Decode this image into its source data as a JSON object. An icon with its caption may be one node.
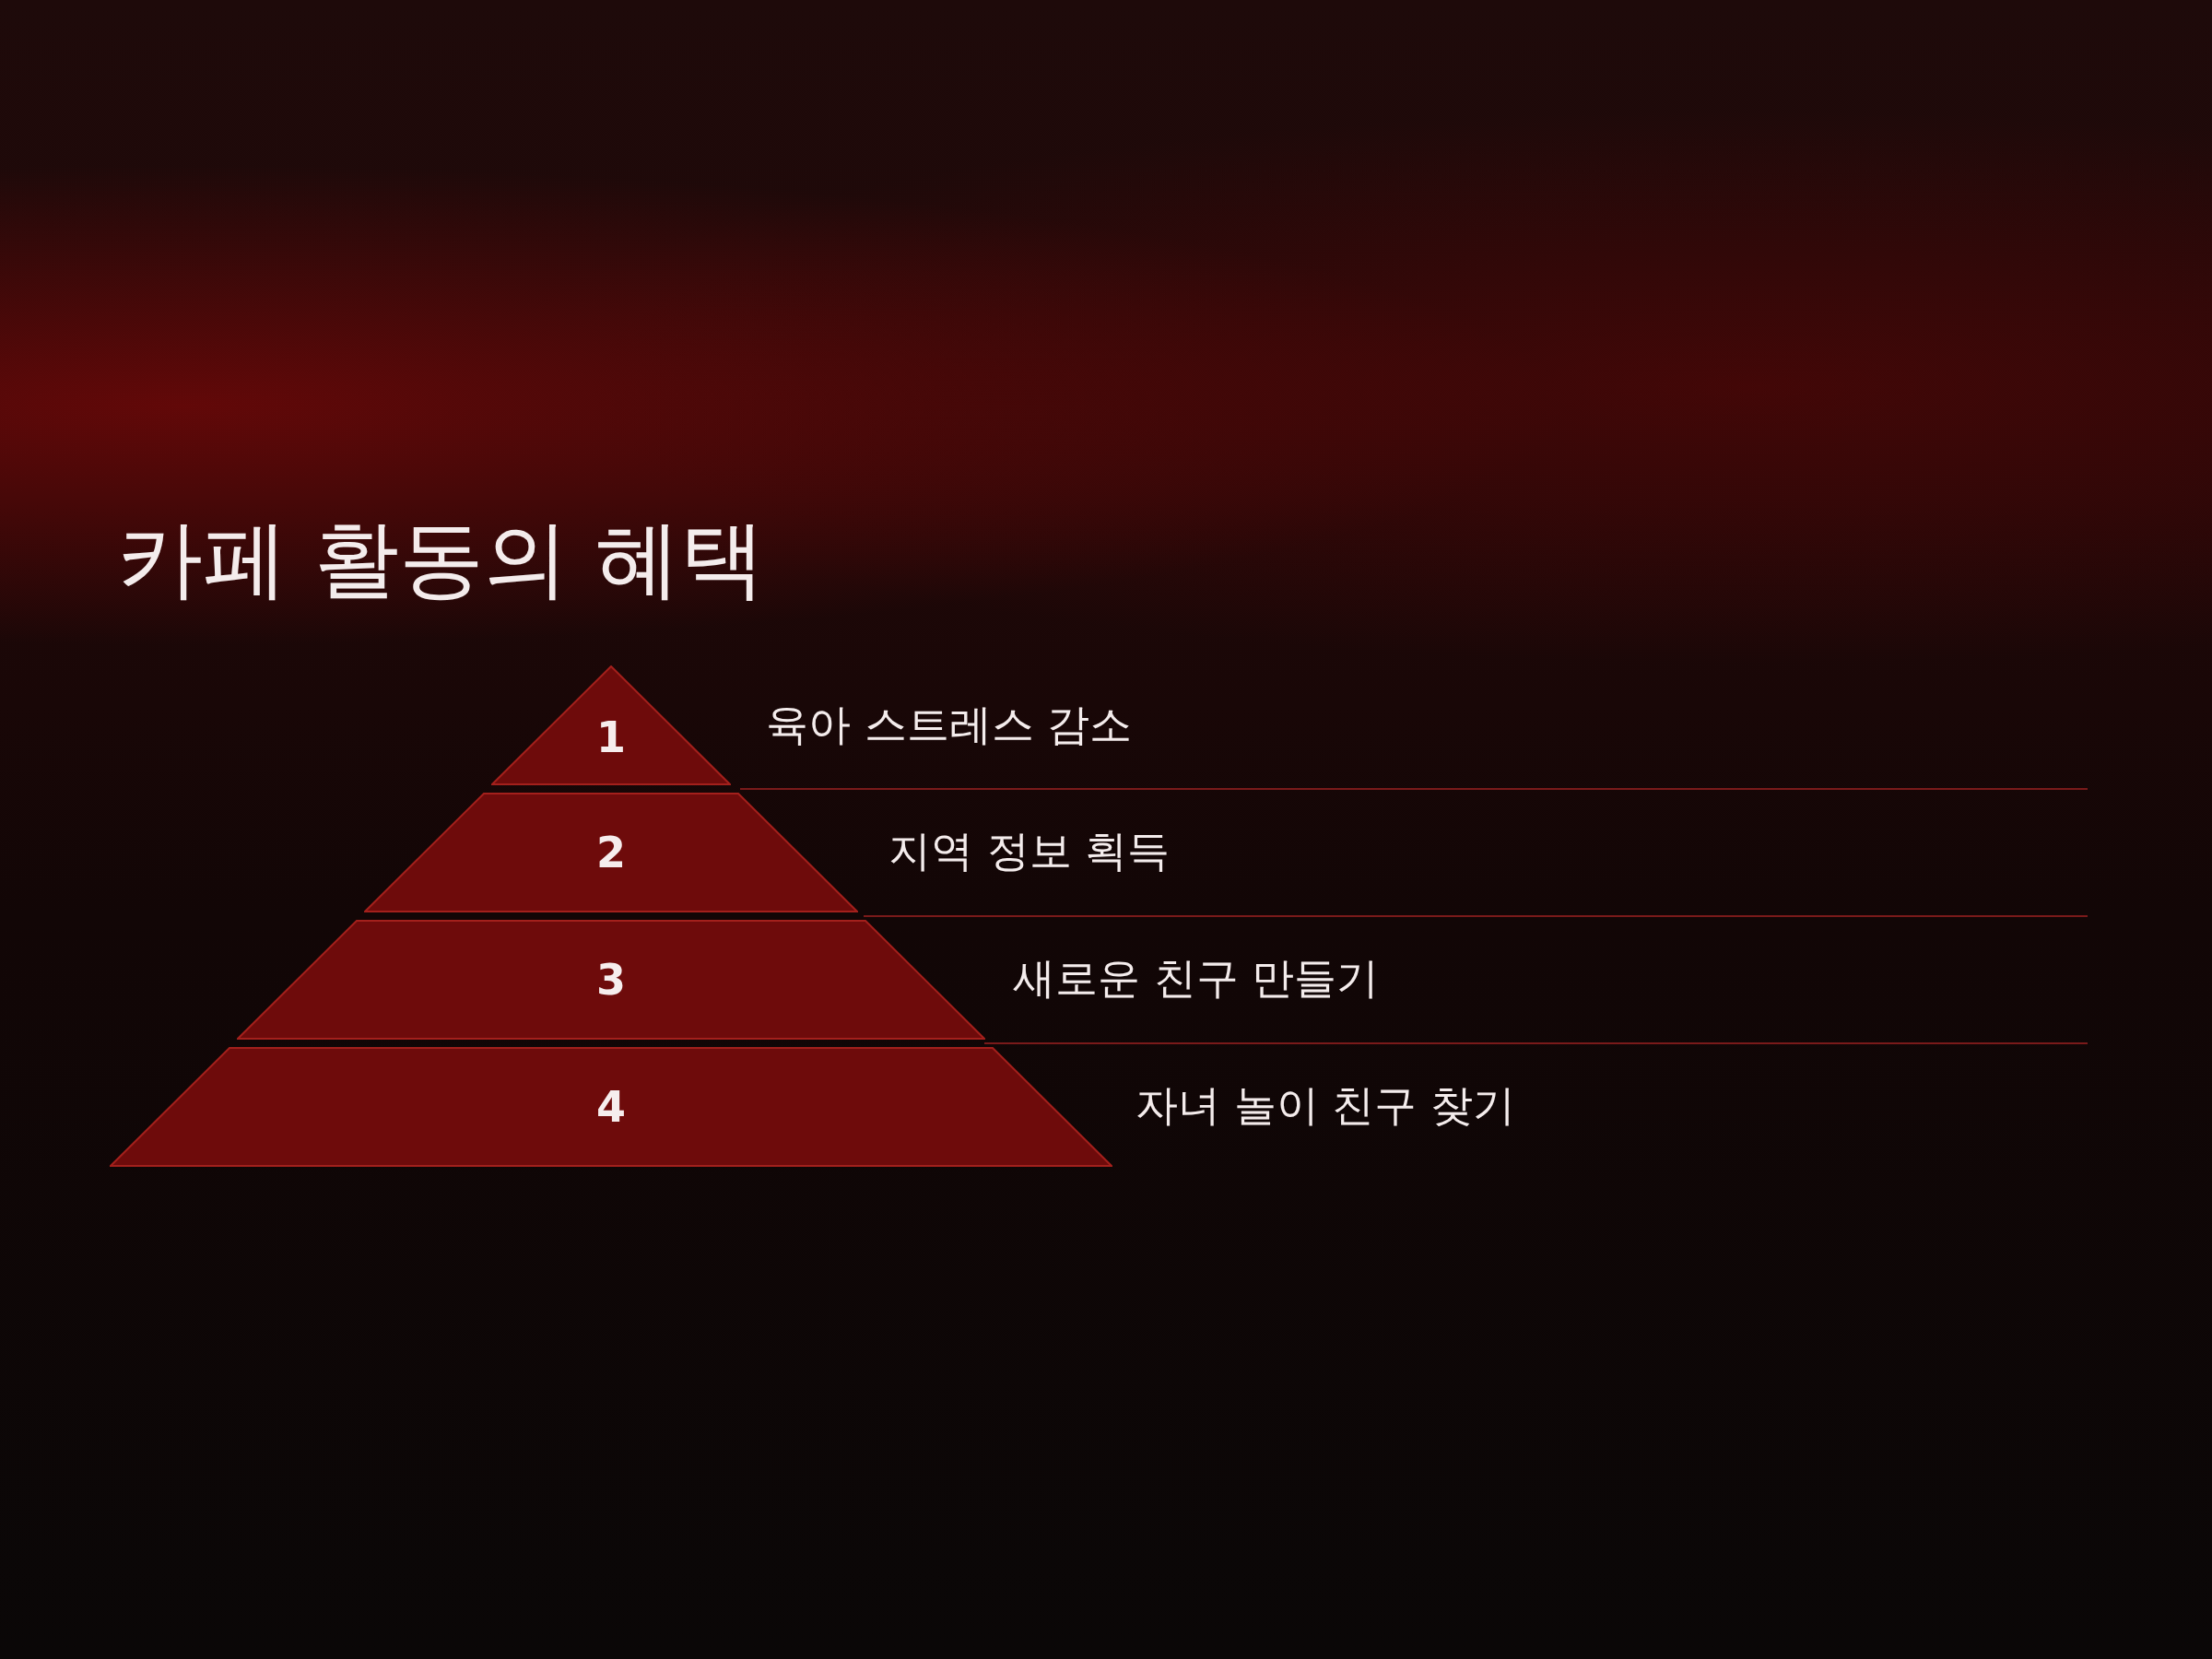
{
  "diagram": {
    "title": "카페 활동의 혜택",
    "nodes": [
      {
        "text": [
          "1"
        ],
        "beside": [
          "육아 스트레스 감소"
        ]
      },
      {
        "text": [
          "2"
        ],
        "beside": [
          "지역 정보 획득"
        ]
      },
      {
        "text": [
          "3"
        ],
        "beside": [
          "새로운 친구 만들기"
        ]
      },
      {
        "text": [
          "4"
        ],
        "beside": [
          "자녀 놀이 친구 찾기"
        ]
      }
    ]
  }
}
